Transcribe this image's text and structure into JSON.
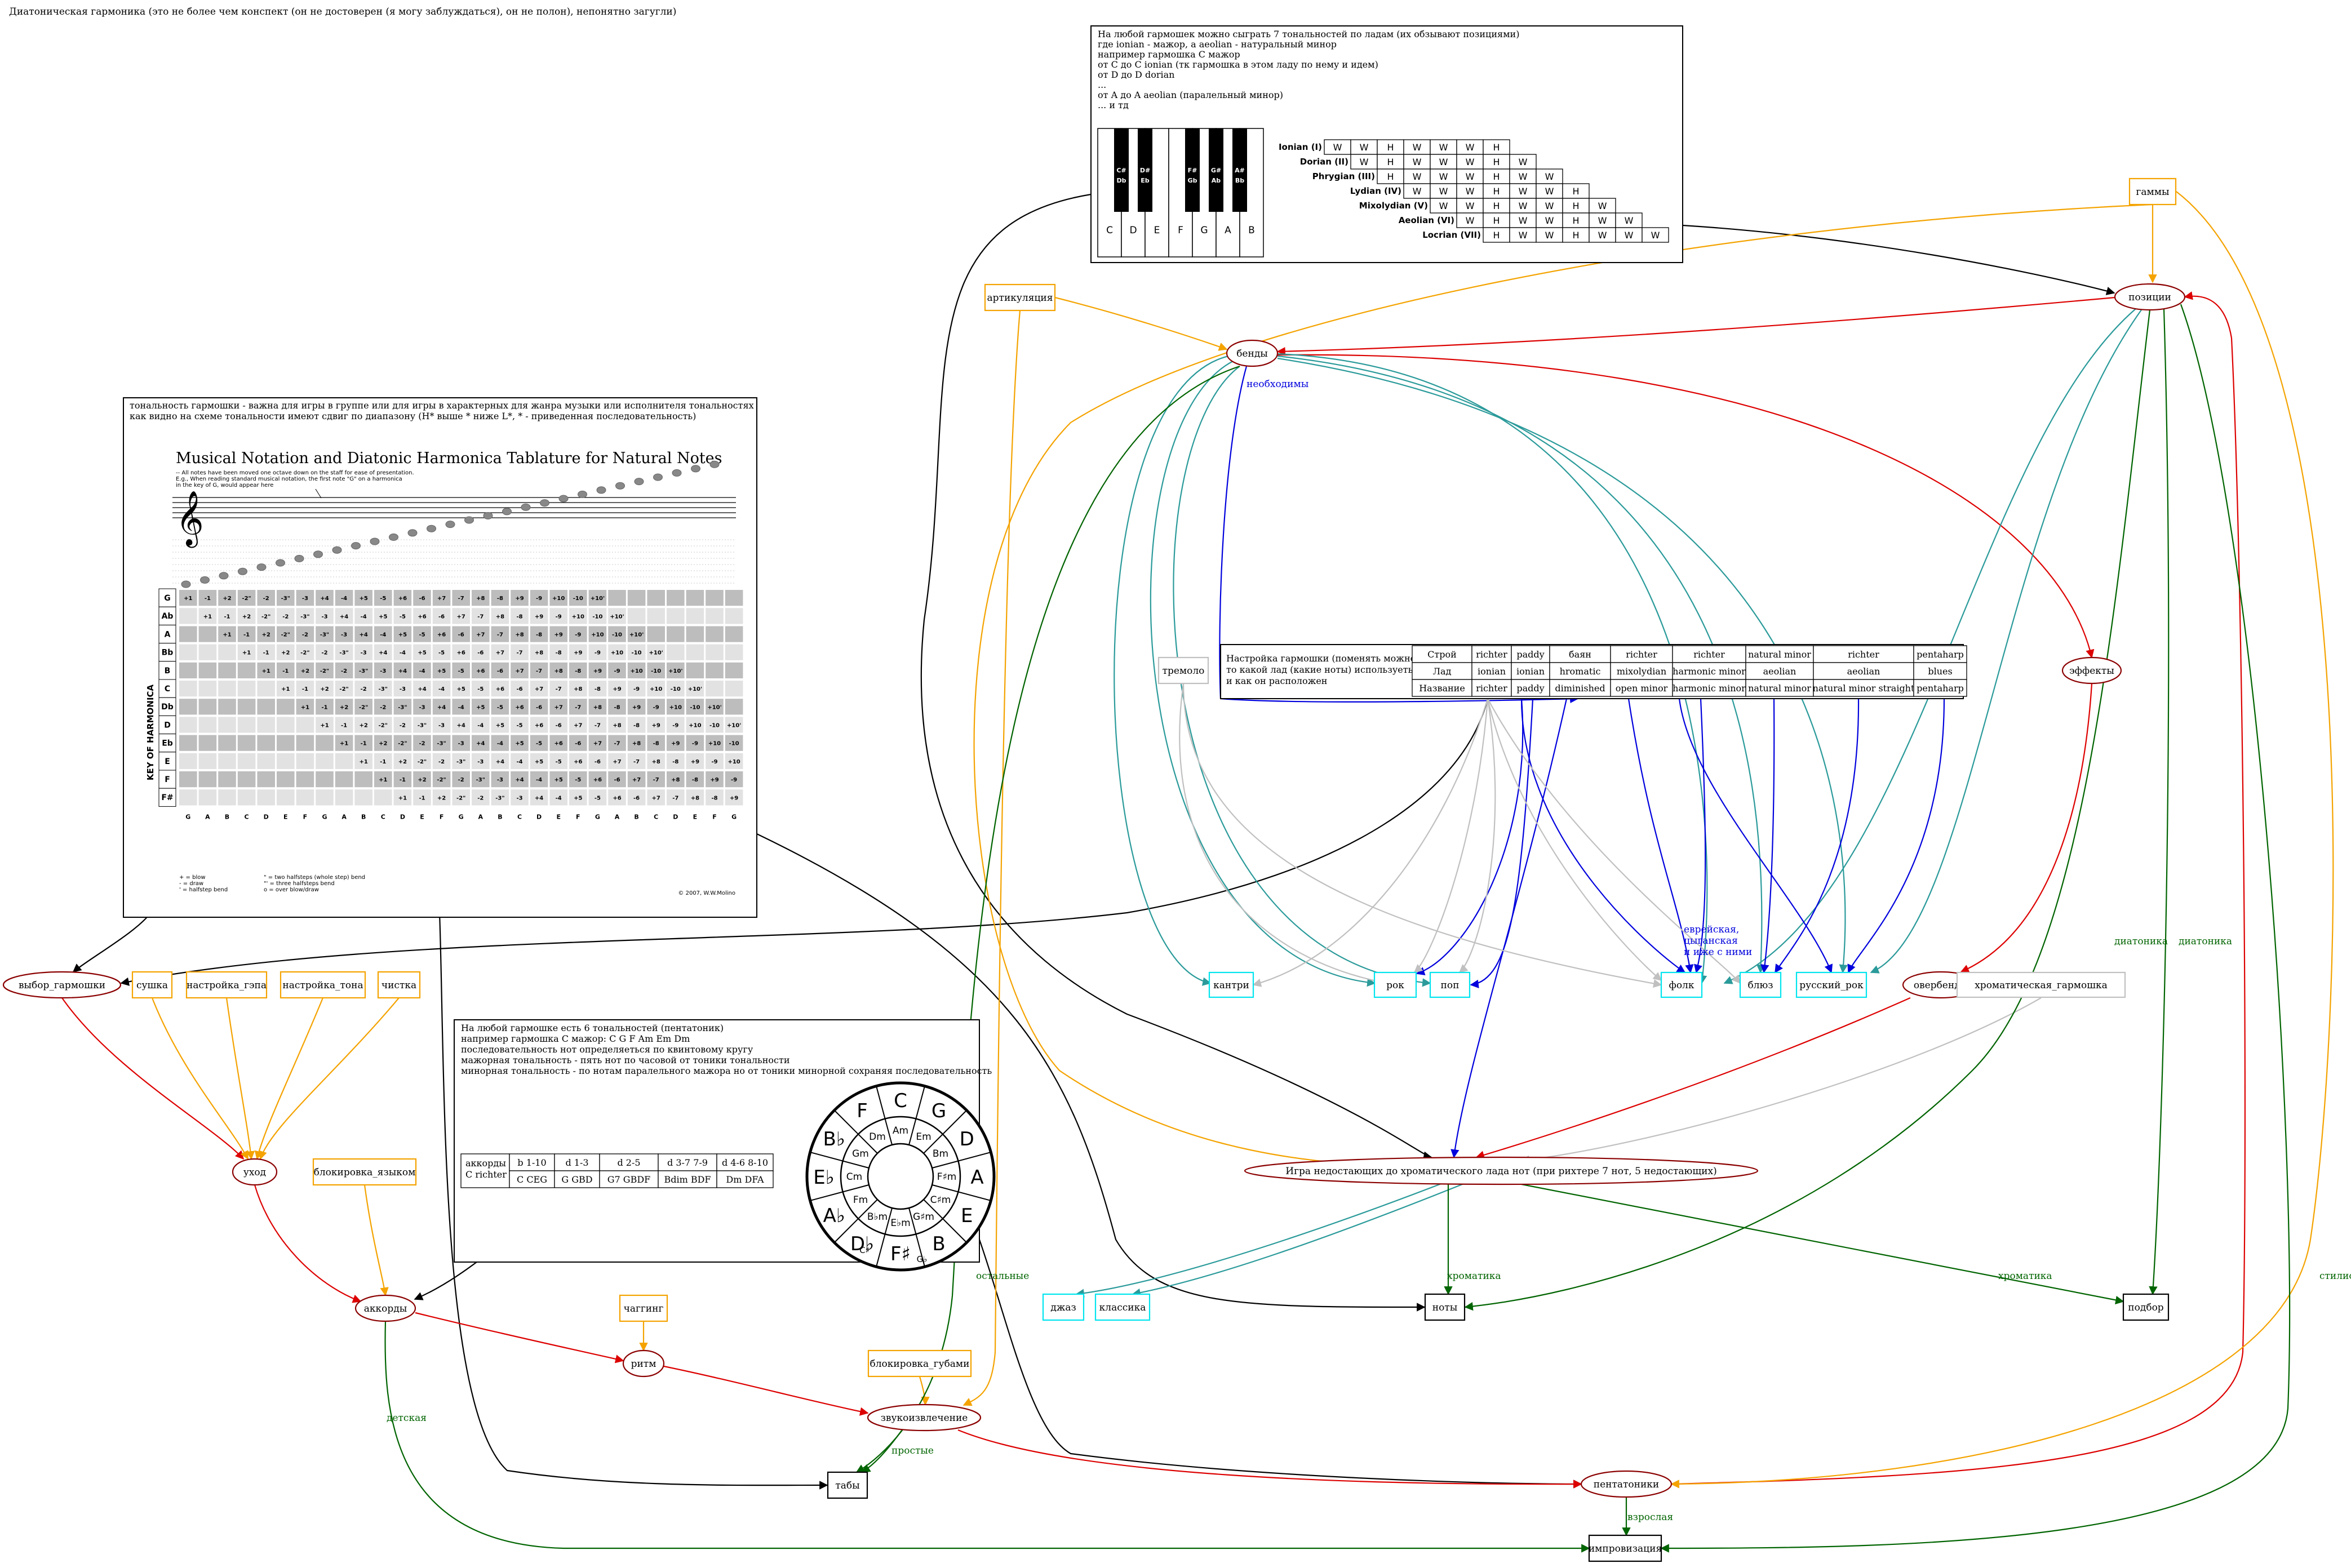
{
  "title": "Диатоническая гармоника (это не более чем конспект (он не достоверен (я могу заблуждаться), он не полон), непонятно загугли)",
  "modes_note": {
    "lines": [
      "На любой гармошек можно сыграть 7 тональностей по ладам (их обзывают позициями)",
      "где ionian - мажор, а aeolian - натуральный минор",
      "например гармошка C мажор",
      "      от C до C ionian (тк гармошка в этом ладу по нему и идем)",
      "      от D до D dorian",
      "      ...",
      "      от A до A aeolian (паралельный минор)",
      "      ... и тд"
    ],
    "piano": {
      "white_keys": [
        "C",
        "D",
        "E",
        "F",
        "G",
        "A",
        "B"
      ],
      "black_keys": [
        [
          "C#",
          "Db"
        ],
        [
          "D#",
          "Eb"
        ],
        [
          "F#",
          "Gb"
        ],
        [
          "G#",
          "Ab"
        ],
        [
          "A#",
          "Bb"
        ]
      ]
    },
    "mode_steps": [
      {
        "name": "Ionian (I)",
        "steps": [
          "W",
          "W",
          "H",
          "W",
          "W",
          "W",
          "H"
        ]
      },
      {
        "name": "Dorian (II)",
        "steps": [
          "W",
          "H",
          "W",
          "W",
          "W",
          "H",
          "W"
        ]
      },
      {
        "name": "Phrygian (III)",
        "steps": [
          "H",
          "W",
          "W",
          "W",
          "H",
          "W",
          "W"
        ]
      },
      {
        "name": "Lydian (IV)",
        "steps": [
          "W",
          "W",
          "W",
          "H",
          "W",
          "W",
          "H"
        ]
      },
      {
        "name": "Mixolydian (V)",
        "steps": [
          "W",
          "W",
          "H",
          "W",
          "W",
          "H",
          "W"
        ]
      },
      {
        "name": "Aeolian (VI)",
        "steps": [
          "W",
          "H",
          "W",
          "W",
          "H",
          "W",
          "W"
        ]
      },
      {
        "name": "Locrian (VII)",
        "steps": [
          "H",
          "W",
          "W",
          "H",
          "W",
          "W",
          "W"
        ]
      }
    ]
  },
  "key_note": {
    "lines": [
      "тональность гармошки - важна для игры в группе или для игры в характерных для жанра музыки или исполнителя тональностях",
      "как видно на схеме тональности имеют сдвиг по диапазону (H* выше * ниже L*, * - приведенная последовательность)"
    ],
    "chart_title": "Musical Notation and Diatonic Harmonica Tablature for Natural Notes",
    "chart_notes": [
      "-- All notes have been moved one octave down on the staff for ease of presentation.",
      "E.g., When reading standard musical notation, the first note \"G\" on a harmonica",
      "in the key of G, would appear here"
    ],
    "axis_label": "KEY OF HARMONICA",
    "keys": [
      "G",
      "Ab",
      "A",
      "Bb",
      "B",
      "C",
      "Db",
      "D",
      "Eb",
      "E",
      "F",
      "F#"
    ],
    "note_row": [
      "G",
      "A",
      "B",
      "C",
      "D",
      "E",
      "F",
      "G",
      "A",
      "B",
      "C",
      "D",
      "E",
      "F",
      "G",
      "A",
      "B",
      "C",
      "D",
      "E",
      "F",
      "G",
      "A",
      "B",
      "C",
      "D",
      "E",
      "F",
      "G"
    ],
    "tab_cells": [
      "+1",
      "-1",
      "+2",
      "-2\"",
      "-2",
      "-3\"",
      "-3",
      "+4",
      "-4",
      "+5",
      "-5",
      "+6",
      "-6",
      "+7",
      "-7",
      "+8",
      "-8",
      "+9",
      "-9",
      "+10",
      "-10",
      "+10'"
    ],
    "legend": [
      "+  =  blow",
      "-  =  draw",
      "'  =  halfstep bend",
      "\"  =  two halfsteps (whole step) bend",
      "\"'  =  three halfsteps bend",
      "o  =  over blow/draw"
    ],
    "copyright": "© 2007, W.W.Molino"
  },
  "tuning_table": {
    "caption": [
      "Настройка гармошки (поменять можно)",
      "то какой лад (какие ноты) используеться",
      "  и как он расположен"
    ],
    "rows": [
      [
        "Строй",
        "richter",
        "paddy",
        "баян",
        "richter",
        "richter",
        "natural minor",
        "richter",
        "pentaharp"
      ],
      [
        "Лад",
        "ionian",
        "ionian",
        "hromatic",
        "mixolydian",
        "harmonic minor",
        "aeolian",
        "aeolian",
        "blues"
      ],
      [
        "Название",
        "richter",
        "paddy",
        "diminished",
        "open minor",
        "harmonic minor",
        "natural minor",
        "natural minor straight",
        "pentaharp"
      ]
    ]
  },
  "penta_note": {
    "lines": [
      "На любой гармошке есть 6 тональностей (пентатоник)",
      "например гармошка C мажор: C G F Am Em Dm",
      "последовательность нот определяеться по квинтовому кругу",
      "      мажорная тональность - пять нот по часовой от тоники тональности",
      "      минорная тональность - по нотам паралельного мажора но от тоники минорной сохраняя последовательность"
    ],
    "chord_table": {
      "row_label": [
        "аккорды",
        "C richter"
      ],
      "headers": [
        "b 1-10",
        "d 1-3",
        "d 2-5",
        "d 3-7 7-9",
        "d 4-6 8-10"
      ],
      "values": [
        "C CEG",
        "G GBD",
        "G7 GBDF",
        "Bdim BDF",
        "Dm DFA"
      ]
    },
    "circle": {
      "major": [
        "C",
        "G",
        "D",
        "A",
        "E",
        "B",
        "F♯",
        "D♭",
        "A♭",
        "E♭",
        "B♭",
        "F"
      ],
      "minor": [
        "Am",
        "Em",
        "Bm",
        "F♯m",
        "C♯m",
        "G♯m",
        "E♭m",
        "B♭m",
        "Fm",
        "Cm",
        "Gm",
        "Dm"
      ],
      "outer_extra": [
        "G♭",
        "C♯"
      ]
    }
  },
  "nodes": {
    "pozicii": "позиции",
    "gammy": "гаммы",
    "artikulyaciya": "артикуляция",
    "bendy": "бенды",
    "effekty": "эффекты",
    "tremolo": "тремоло",
    "kantri": "кантри",
    "rok": "рок",
    "pop": "поп",
    "folk": "фолк",
    "blyuz": "блюз",
    "russkiy_rok": "русский_рок",
    "overbendy": "овербенды",
    "khromaticheskaya": "хроматическая_гармошка",
    "igra": "Игра недостающих до хроматического лада нот (при рихтере 7 нот, 5 недостающих)",
    "dzhaz": "джаз",
    "klassika": "классика",
    "noty": "ноты",
    "podbor": "подбор",
    "vybor": "выбор_гармошки",
    "sushka": "сушка",
    "nastroyka_gapa": "настройка_гэпа",
    "nastroyka_tona": "настройка_тона",
    "chistka": "чистка",
    "ukhod": "уход",
    "blok_yazykom": "блокировка_языком",
    "akkordy": "аккорды",
    "chagging": "чаггинг",
    "ritm": "ритм",
    "blok_gubami": "блокировка_губами",
    "zvukoizvlechenie": "звукоизвлечение",
    "taby": "табы",
    "pentatoniki": "пентатоники",
    "improvizaciya": "импровизация"
  },
  "edge_labels": {
    "neobkhodimy": "необходимы",
    "evreyskaya": [
      "еврейская,",
      "цыганская",
      "и иже с ними"
    ],
    "diatonika1": "диатоника",
    "diatonika2": "диатоника",
    "khromatika1": "хроматика",
    "khromatika2": "хроматика",
    "ostalnye": "остальные",
    "stilisticheskaya": "стилистическая",
    "detskaya": "детская",
    "prostye": "простые",
    "vzroslaya": "взрослая"
  },
  "colors": {
    "black": "#000000",
    "red": "#dd0000",
    "orange": "#f4a300",
    "teal": "#2b9a9a",
    "blue": "#0000dd",
    "green": "#006400",
    "gray": "#c0c0c0",
    "cyan": "#00e5ee",
    "darkred": "#8b0000"
  }
}
